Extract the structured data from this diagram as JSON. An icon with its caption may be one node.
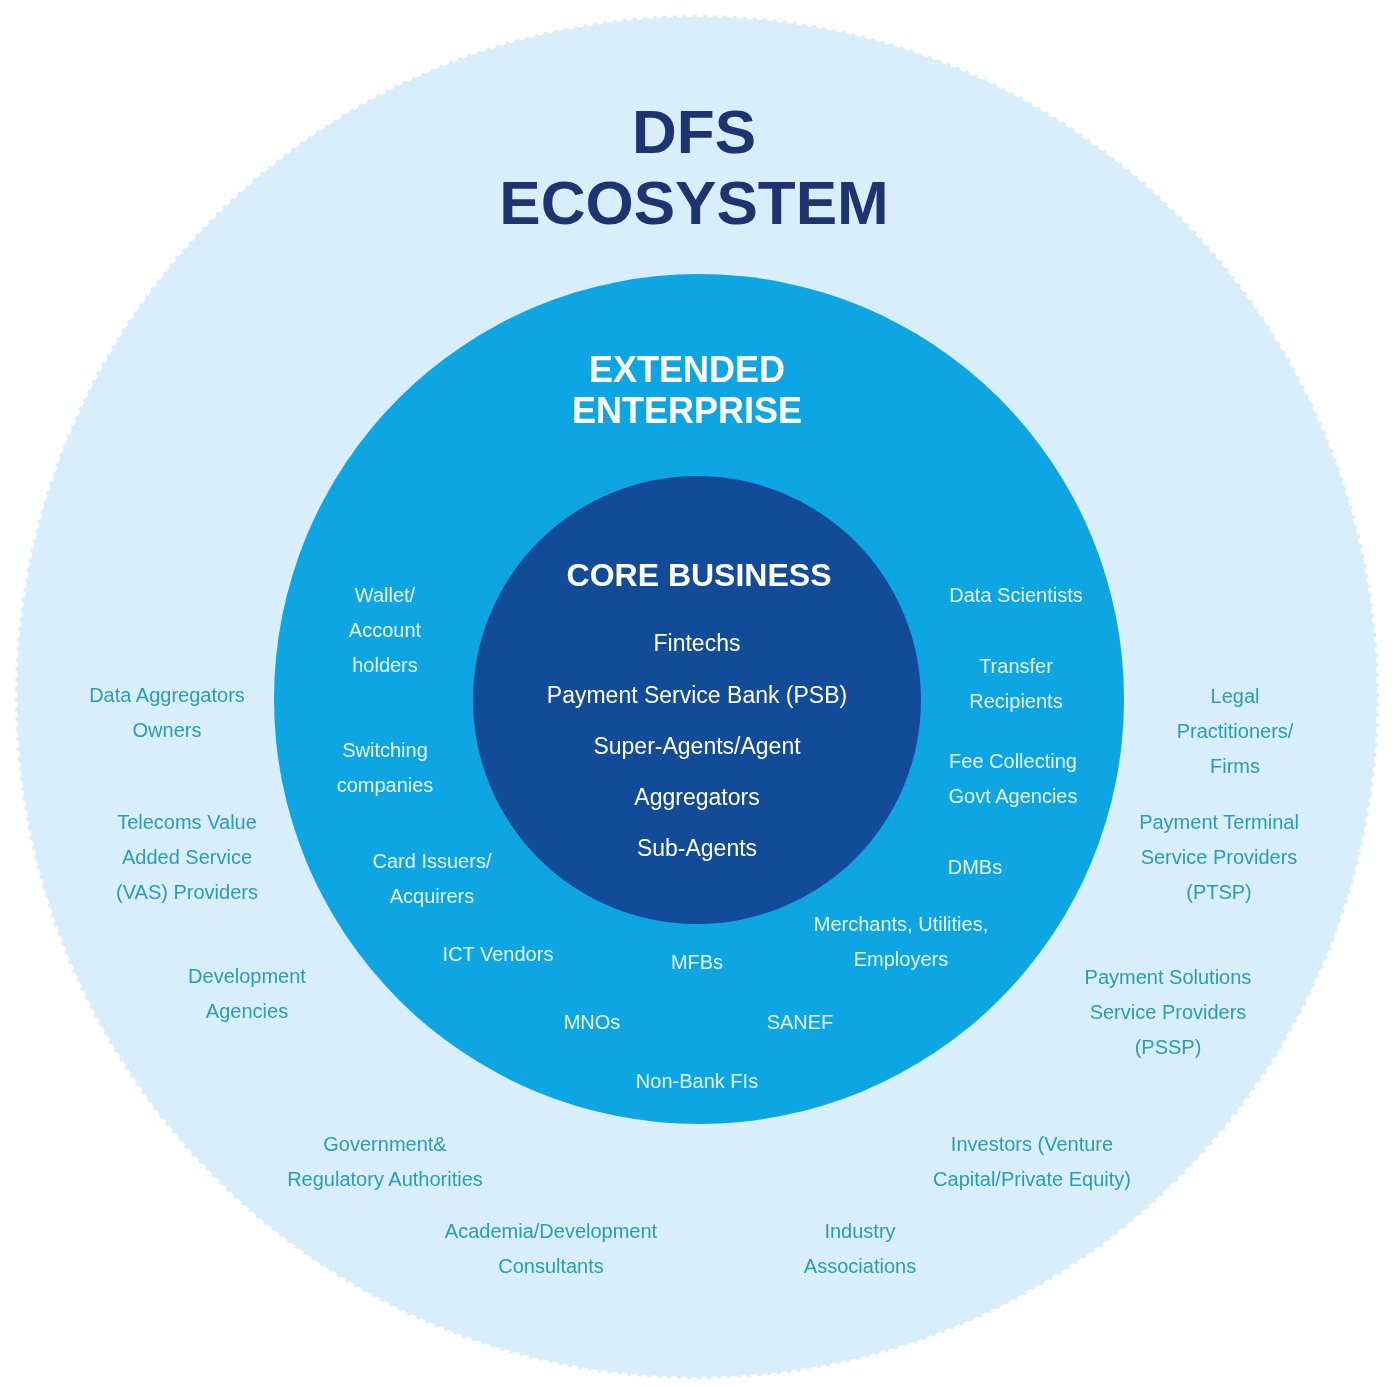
{
  "diagram": {
    "nodes": [
      {
        "text": [
          "DFS ECOSYSTEM",
          "Data Aggregators Owners",
          "Legal Practitioners/ Firms",
          "Telecoms Value Added Service (VAS) Providers",
          "Payment Terminal Service Providers (PTSP)",
          "Development Agencies",
          "Payment Solutions Service Providers (PSSP)",
          "Government& Regulatory Authorities",
          "Investors (Venture Capital/Private Equity)",
          "Academia/Development Consultants",
          "Industry Associations"
        ]
      },
      {
        "text": [
          "EXTENDED ENTERPRISE",
          "Wallet/ Account holders",
          "Data Scientists",
          "Transfer Recipients",
          "Switching companies",
          "Fee Collecting Govt Agencies",
          "DMBs",
          "Card Issuers/ Acquirers",
          "ICT Vendors",
          "MFBs",
          "Merchants, Utilities, Employers",
          "MNOs",
          "SANEF",
          "Non-Bank FIs"
        ],
        "in": 0
      },
      {
        "text": [
          "CORE BUSINESS",
          "Fintechs",
          "Payment Service Bank (PSB)",
          "Super-Agents/Agent",
          "Aggregators",
          "Sub-Agents"
        ],
        "in": 1
      }
    ]
  }
}
